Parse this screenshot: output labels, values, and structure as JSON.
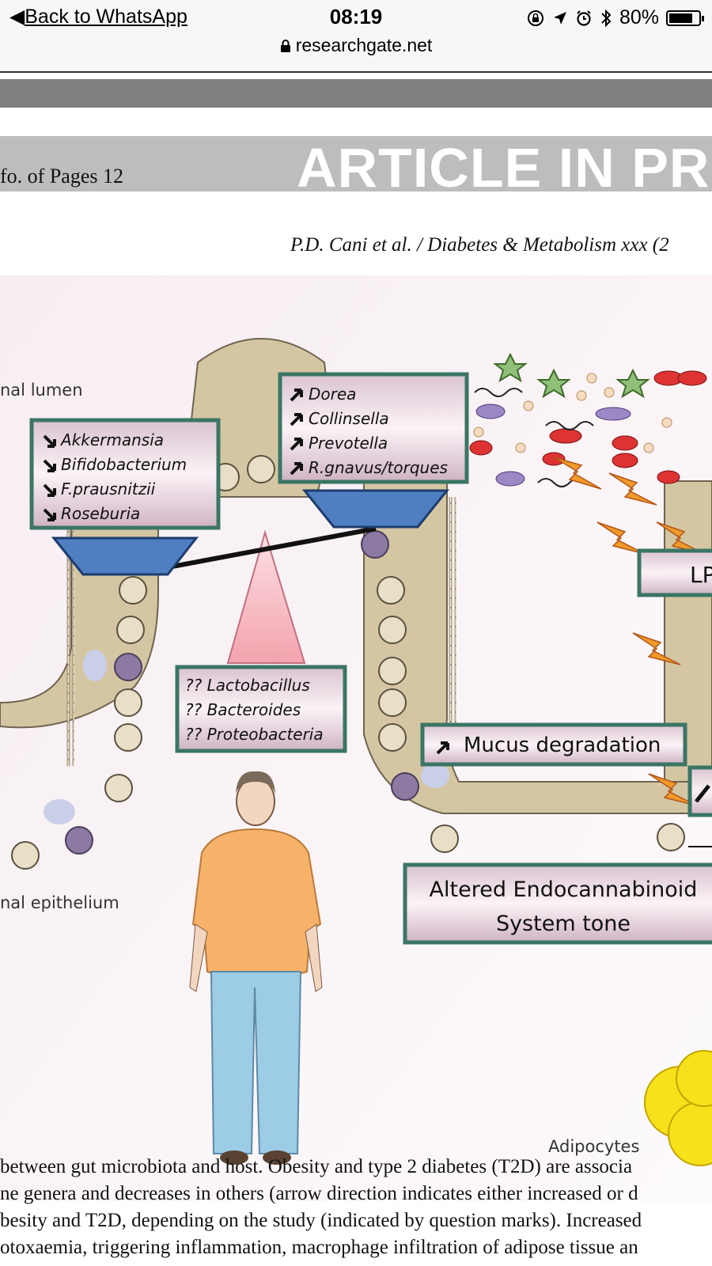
{
  "status_bar": {
    "back_label": "Back to WhatsApp",
    "time": "08:19",
    "battery": "80%",
    "battery_level": 0.8,
    "url": "researchgate.net",
    "icons": [
      "back-triangle-icon",
      "rotation-lock-icon",
      "location-arrow-icon",
      "alarm-icon",
      "bluetooth-icon",
      "battery-icon",
      "lock-icon"
    ]
  },
  "header": {
    "pages": "fo. of Pages 12",
    "banner": "ARTICLE IN PR",
    "journal": "P.D. Cani et al. / Diabetes & Metabolism xxx (2"
  },
  "figure": {
    "lumen_label": "nal lumen",
    "epithelium_label": "nal epithelium",
    "decreased": [
      "Akkermansia",
      "Bifidobacterium",
      "F.prausnitzii",
      "Roseburia"
    ],
    "increased": [
      "Dorea",
      "Collinsella",
      "Prevotella",
      "R.gnavus/torques"
    ],
    "uncertain": [
      "?? Lactobacillus",
      "?? Bacteroides",
      "?? Proteobacteria"
    ],
    "mucus": "Mucus degradation",
    "lps": "LP",
    "ecs": [
      "Altered Endocannabinoid",
      "System tone"
    ],
    "adipocytes": "Adipocytes"
  },
  "caption": {
    "lines": [
      " between gut microbiota and host. Obesity and type 2 diabetes (T2D) are associa",
      "ne genera and decreases in others (arrow direction indicates either increased or d",
      "besity and T2D, depending on the study (indicated by question marks). Increased",
      "otoxaemia, triggering inflammation, macrophage infiltration of adipose tissue an"
    ]
  }
}
